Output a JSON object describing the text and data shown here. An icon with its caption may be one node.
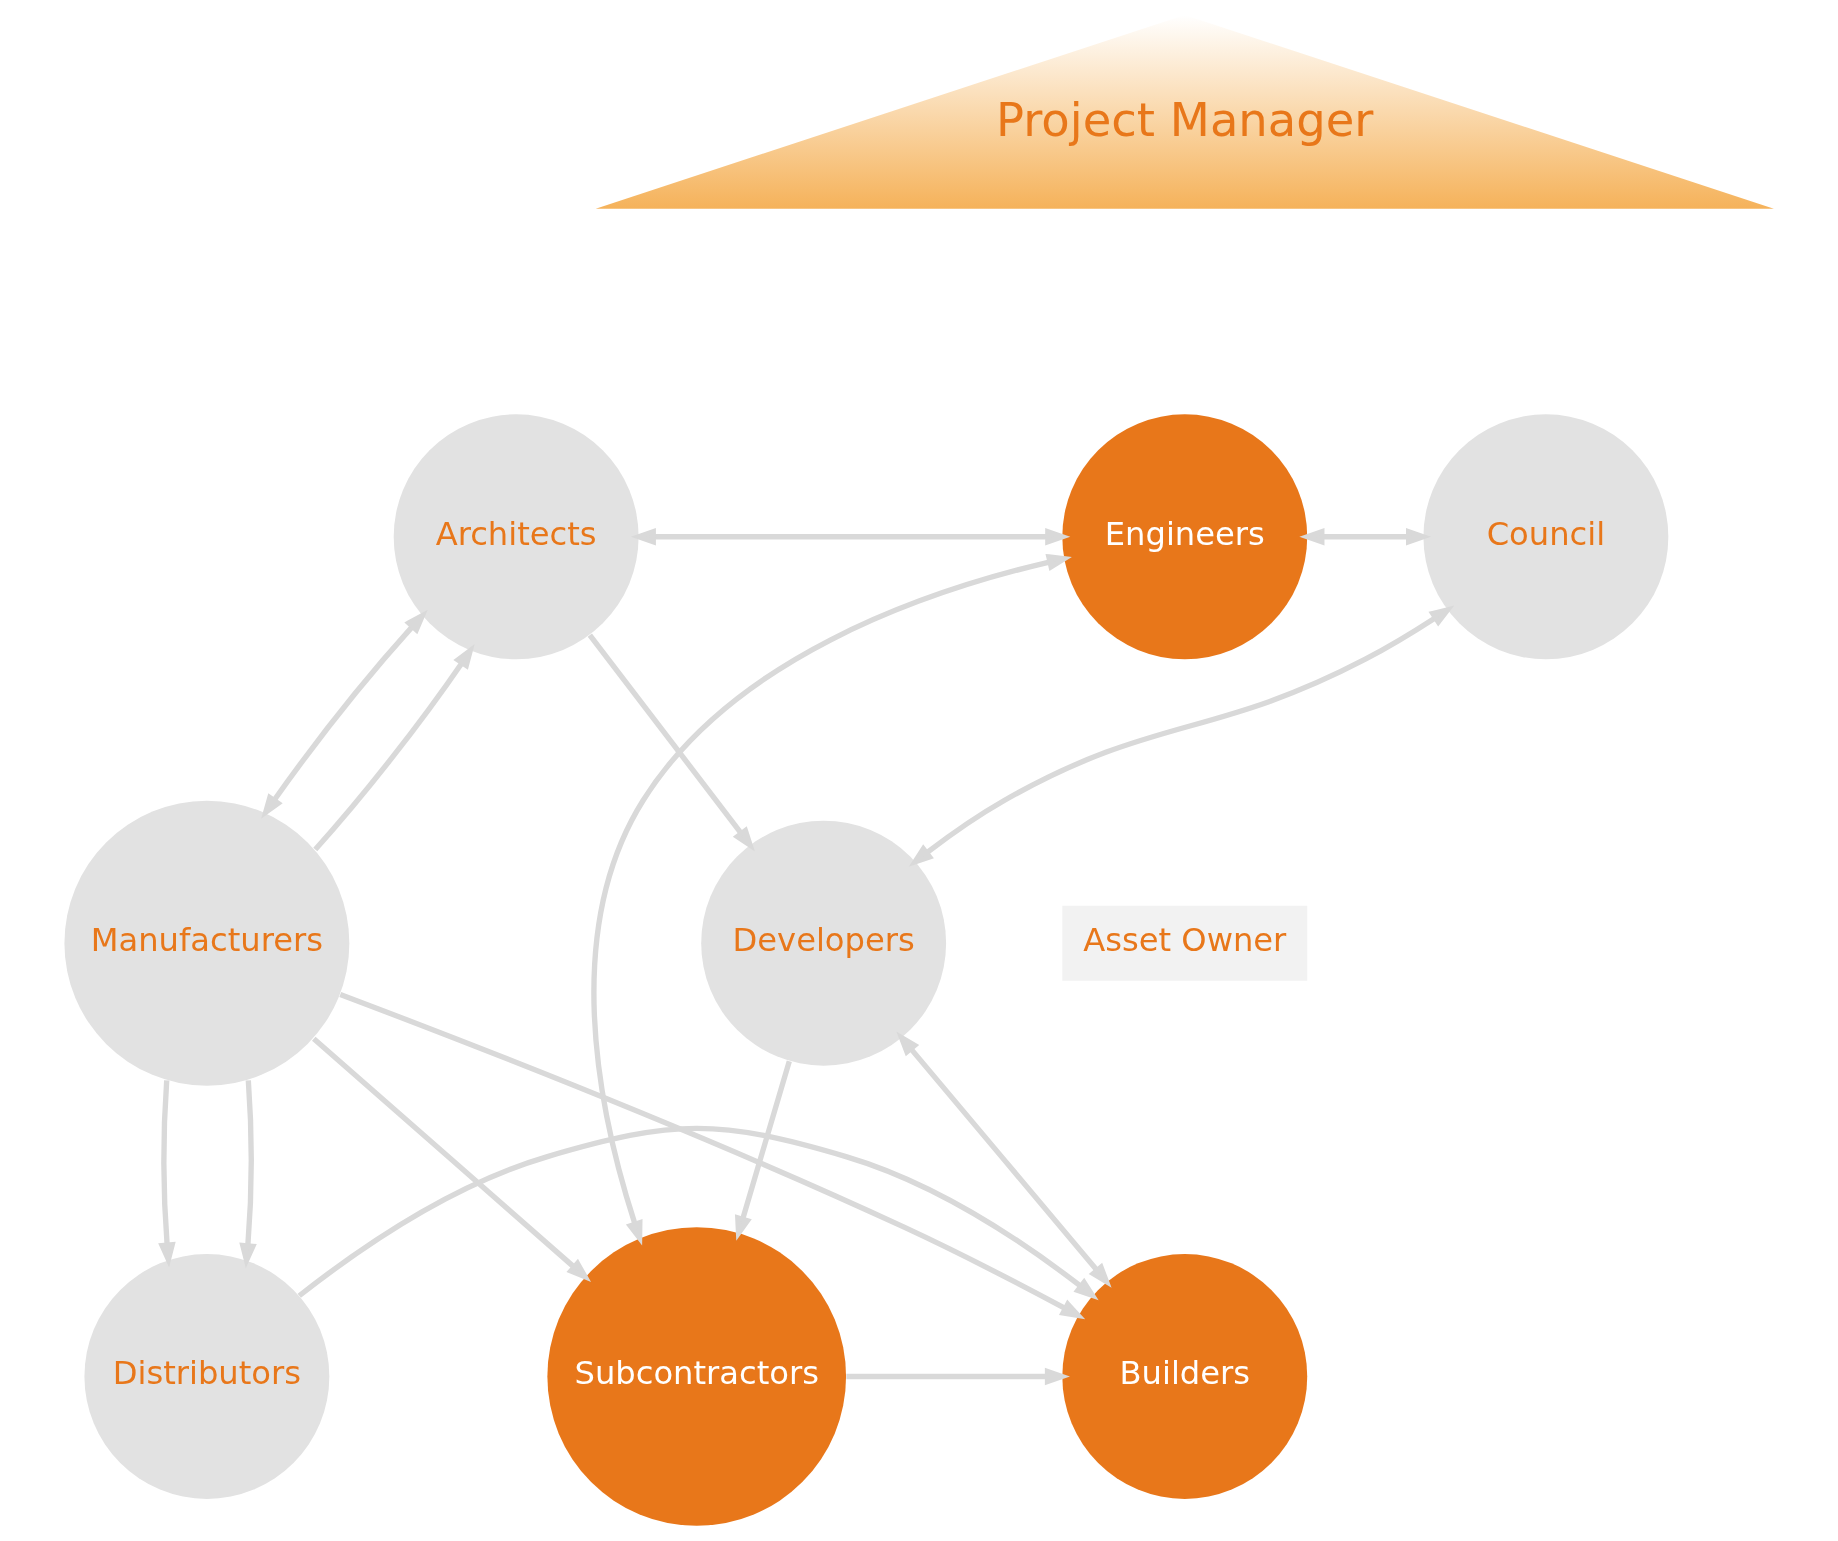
{
  "diagram": {
    "nodes": [
      {
        "text": [
          "Project Manager"
        ]
      },
      {
        "text": [
          "Architects"
        ]
      },
      {
        "text": [
          "Engineers"
        ]
      },
      {
        "text": [
          "Council"
        ]
      },
      {
        "text": [
          "Manufacturers"
        ]
      },
      {
        "text": [
          "Asset Owner"
        ]
      },
      {
        "text": [
          "Developers"
        ]
      },
      {
        "text": [
          "Distributors"
        ]
      },
      {
        "text": [
          "Builders"
        ]
      },
      {
        "text": [
          "Subcontractors"
        ]
      }
    ],
    "edges": [
      {
        "from": 1,
        "to": 2,
        "arrow": "both"
      },
      {
        "from": 2,
        "to": 3,
        "arrow": "both"
      },
      {
        "from": 1,
        "to": 4,
        "arrow": "both"
      },
      {
        "from": 3,
        "to": 6,
        "arrow": "both"
      },
      {
        "from": 1,
        "to": 6,
        "arrow": "to"
      },
      {
        "from": 2,
        "to": 9,
        "arrow": "both"
      },
      {
        "from": 6,
        "to": 9,
        "arrow": "to"
      },
      {
        "from": 4,
        "to": 7,
        "arrow": "to"
      },
      {
        "from": 4,
        "to": 1,
        "arrow": "to"
      },
      {
        "from": 4,
        "to": 7,
        "arrow": "to"
      },
      {
        "from": 4,
        "to": 8,
        "arrow": "to"
      },
      {
        "from": 4,
        "to": 9,
        "arrow": "to"
      },
      {
        "from": 7,
        "to": 8,
        "arrow": "to"
      },
      {
        "from": 9,
        "to": 8,
        "arrow": "to"
      },
      {
        "from": 8,
        "to": 6,
        "arrow": "both"
      }
    ]
  }
}
